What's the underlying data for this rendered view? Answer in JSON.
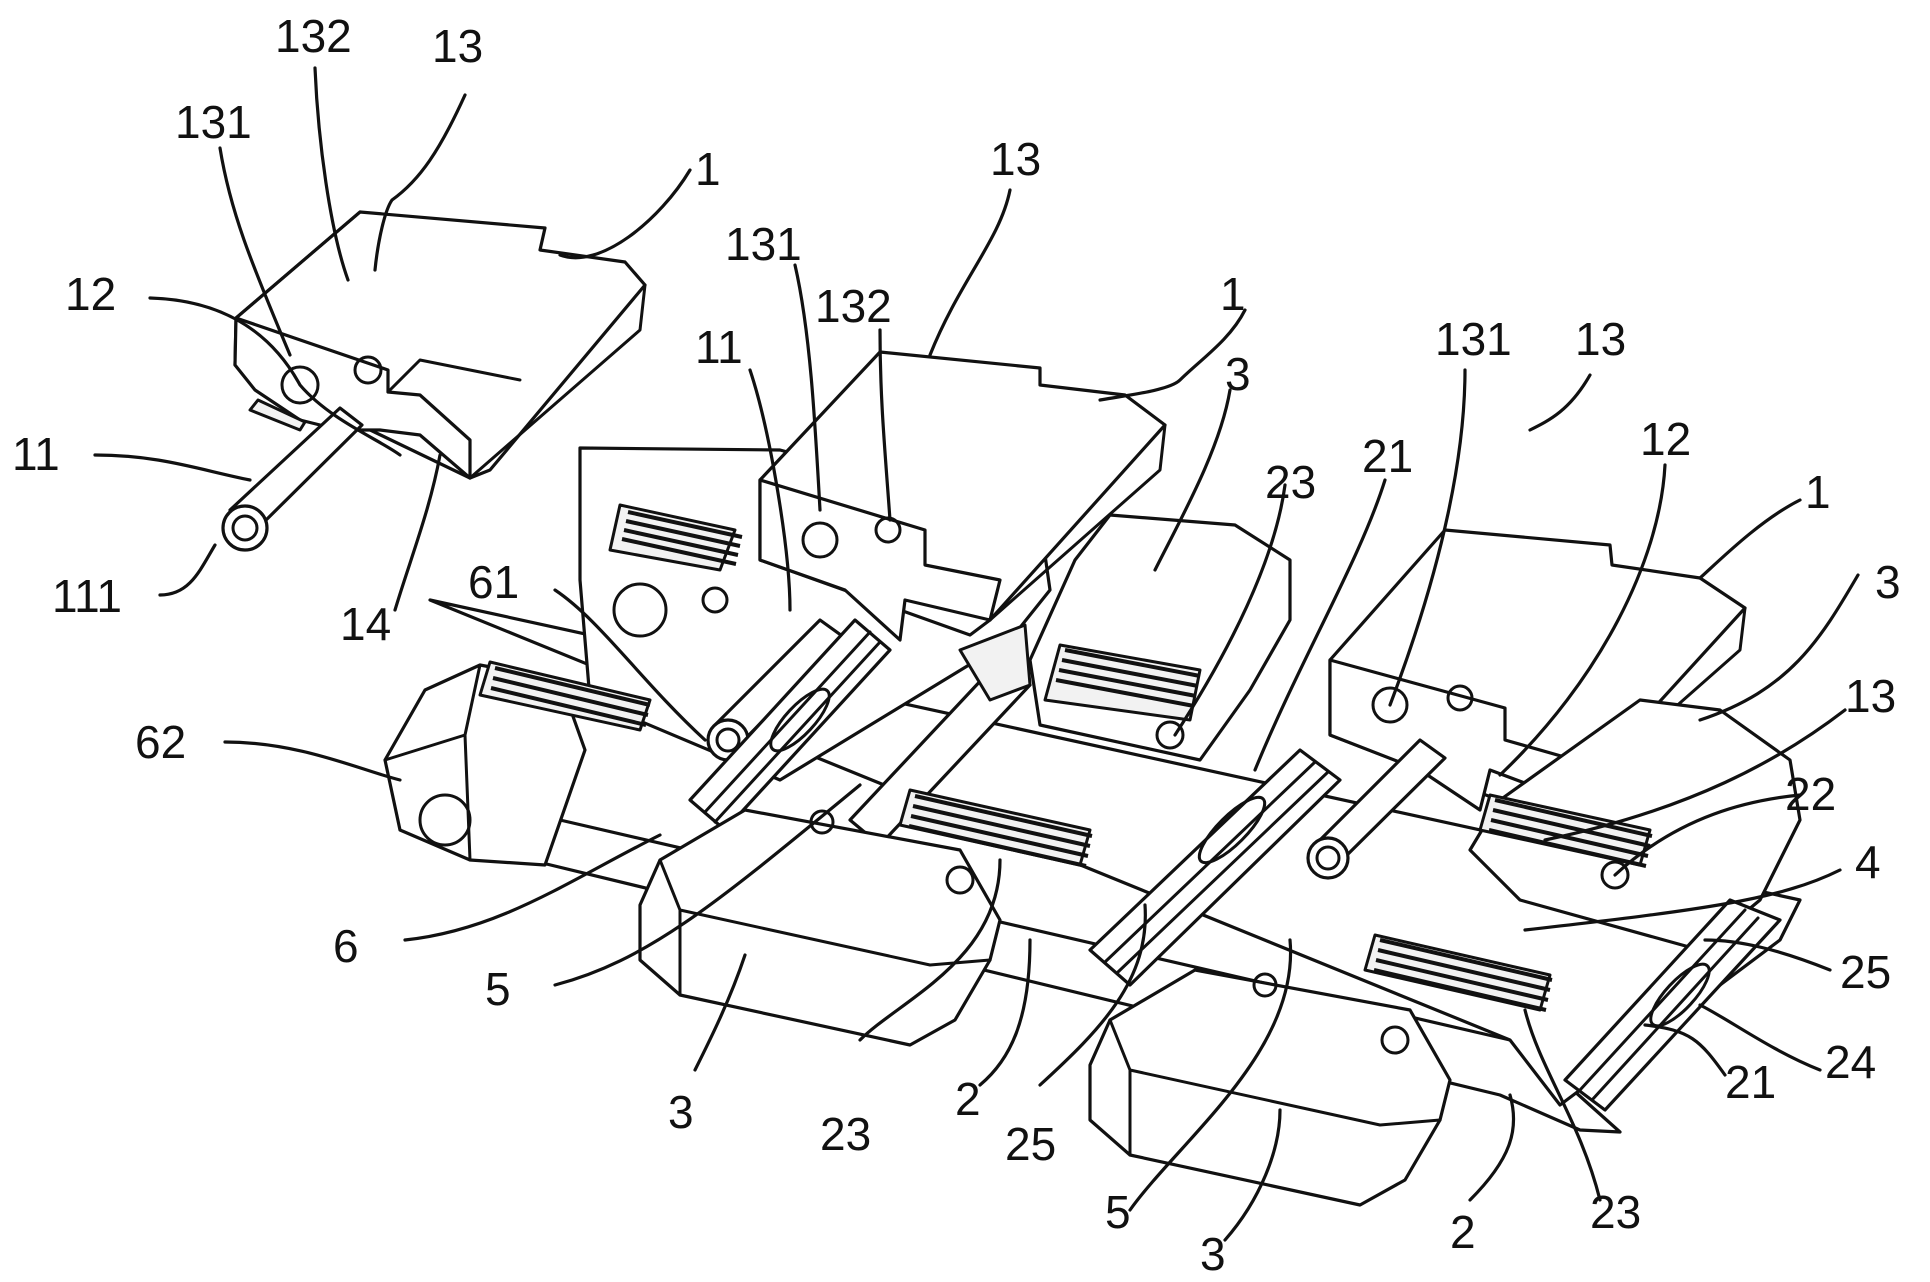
{
  "reference_labels": [
    {
      "key": "132_top",
      "text": "132"
    },
    {
      "key": "13_top",
      "text": "13"
    },
    {
      "key": "131_top",
      "text": "131"
    },
    {
      "key": "1_top",
      "text": "1"
    },
    {
      "key": "12_left",
      "text": "12"
    },
    {
      "key": "11_left",
      "text": "11"
    },
    {
      "key": "111",
      "text": "111"
    },
    {
      "key": "14",
      "text": "14"
    },
    {
      "key": "13_mid",
      "text": "13"
    },
    {
      "key": "131_mid",
      "text": "131"
    },
    {
      "key": "1_mid",
      "text": "1"
    },
    {
      "key": "132_mid",
      "text": "132"
    },
    {
      "key": "11_mid",
      "text": "11"
    },
    {
      "key": "3_mid",
      "text": "3"
    },
    {
      "key": "23_mid",
      "text": "23"
    },
    {
      "key": "21_mid",
      "text": "21"
    },
    {
      "key": "131_right",
      "text": "131"
    },
    {
      "key": "13_right",
      "text": "13"
    },
    {
      "key": "12_right",
      "text": "12"
    },
    {
      "key": "1_right",
      "text": "1"
    },
    {
      "key": "3_right",
      "text": "3"
    },
    {
      "key": "13_right2",
      "text": "13"
    },
    {
      "key": "22",
      "text": "22"
    },
    {
      "key": "4",
      "text": "4"
    },
    {
      "key": "25_right",
      "text": "25"
    },
    {
      "key": "24",
      "text": "24"
    },
    {
      "key": "21_right",
      "text": "21"
    },
    {
      "key": "23_right",
      "text": "23"
    },
    {
      "key": "2_right",
      "text": "2"
    },
    {
      "key": "3_bottom_right",
      "text": "3"
    },
    {
      "key": "5_right",
      "text": "5"
    },
    {
      "key": "25_mid",
      "text": "25"
    },
    {
      "key": "2_mid",
      "text": "2"
    },
    {
      "key": "23_bottom",
      "text": "23"
    },
    {
      "key": "3_bottom_left",
      "text": "3"
    },
    {
      "key": "5_left",
      "text": "5"
    },
    {
      "key": "6",
      "text": "6"
    },
    {
      "key": "62",
      "text": "62"
    },
    {
      "key": "61",
      "text": "61"
    }
  ]
}
